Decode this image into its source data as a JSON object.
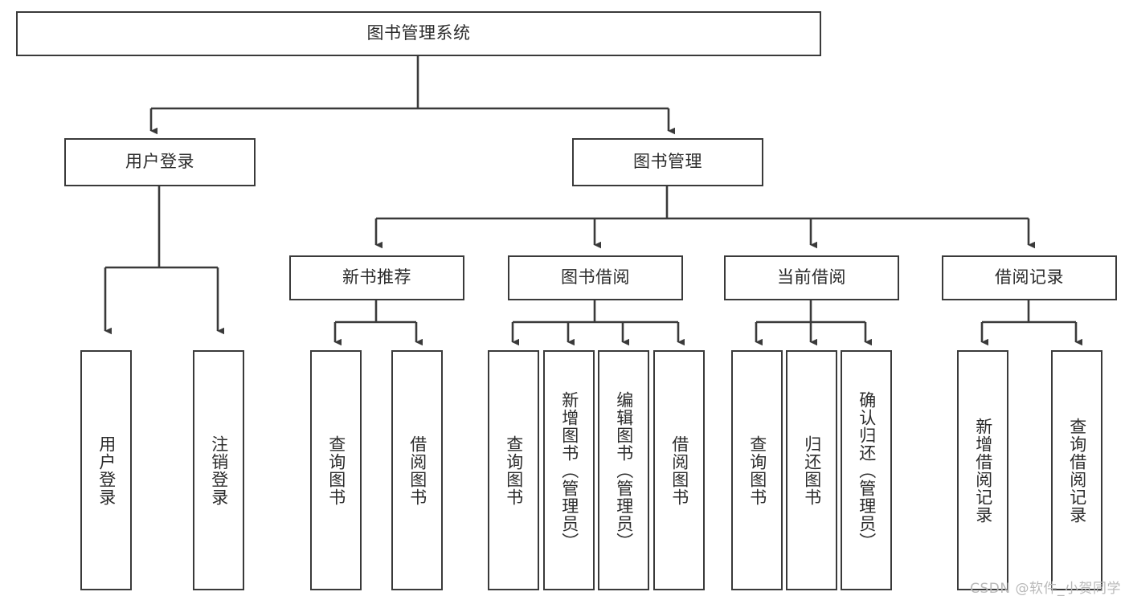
{
  "diagram": {
    "type": "tree-hierarchy",
    "title": "图书管理系统",
    "watermark": "CSDN @软件_小贺同学",
    "colors": {
      "box_border": "#3a3a3a",
      "connector": "#3a3a3a",
      "text": "#2b2b2b",
      "background": "#ffffff",
      "watermark": "#b9b9b9"
    },
    "root": {
      "label": "图书管理系统"
    },
    "level1": [
      {
        "label": "用户登录"
      },
      {
        "label": "图书管理"
      }
    ],
    "level2": [
      {
        "label": "新书推荐"
      },
      {
        "label": "图书借阅"
      },
      {
        "label": "当前借阅"
      },
      {
        "label": "借阅记录"
      }
    ],
    "leaves": {
      "user_login": [
        {
          "label": "用户登录"
        },
        {
          "label": "注销登录"
        }
      ],
      "new_book_recommend": [
        {
          "label": "查询图书"
        },
        {
          "label": "借阅图书"
        }
      ],
      "book_borrow": [
        {
          "label": "查询图书"
        },
        {
          "label": "新增图书（管理员）"
        },
        {
          "label": "编辑图书（管理员）"
        },
        {
          "label": "借阅图书"
        }
      ],
      "current_borrow": [
        {
          "label": "查询图书"
        },
        {
          "label": "归还图书"
        },
        {
          "label": "确认归还（管理员）"
        }
      ],
      "borrow_record": [
        {
          "label": "新增借阅记录"
        },
        {
          "label": "查询借阅记录"
        }
      ]
    }
  }
}
